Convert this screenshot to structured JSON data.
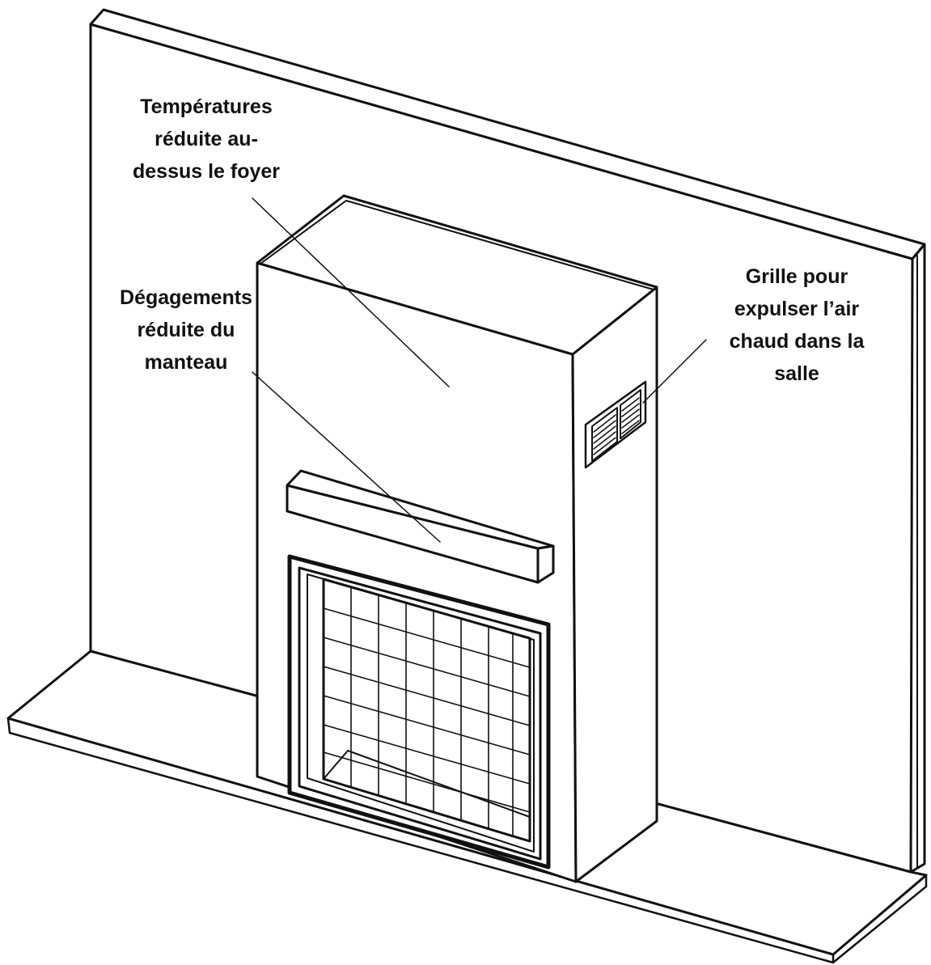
{
  "callouts": {
    "temperature": [
      "Températures",
      "réduite au-",
      "dessus le foyer"
    ],
    "clearance": [
      "Dégagements",
      "réduite du",
      "manteau"
    ],
    "grille": [
      "Grille pour",
      "expulser l’air",
      "chaud dans la",
      "salle"
    ]
  },
  "colors": {
    "line": "#111111",
    "background": "#ffffff"
  }
}
